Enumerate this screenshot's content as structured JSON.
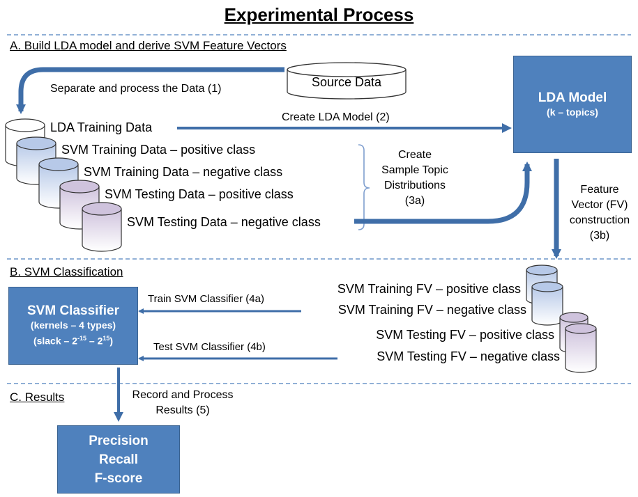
{
  "title": "Experimental Process",
  "sections": {
    "a": "A. Build LDA model and derive SVM Feature Vectors",
    "b": "B. SVM Classification",
    "c": "C. Results"
  },
  "source_data": "Source Data",
  "steps": {
    "separate": "Separate and process  the Data (1)",
    "create_lda": "Create LDA Model (2)",
    "topic_dist": [
      "Create",
      "Sample Topic",
      "Distributions",
      "(3a)"
    ],
    "fv_construct": [
      "Feature",
      "Vector (FV)",
      "construction",
      "(3b)"
    ],
    "train_svm": "Train SVM Classifier (4a)",
    "test_svm": "Test SVM Classifier (4b)",
    "record": [
      "Record and Process",
      "Results (5)"
    ]
  },
  "datasets": [
    "LDA Training Data",
    "SVM Training Data – positive class",
    "SVM Training Data – negative class",
    "SVM Testing Data – positive class",
    "SVM Testing Data – negative class"
  ],
  "feature_vectors": [
    "SVM Training FV – positive class",
    "SVM Training FV – negative class",
    "SVM Testing FV – positive class",
    "SVM Testing FV – negative class"
  ],
  "lda_model": {
    "name": "LDA Model",
    "sub": "(k – topics)"
  },
  "svm_classifier": {
    "name": "SVM Classifier",
    "kernels": "(kernels – 4 types)",
    "slack_prefix": "(slack – 2",
    "slack_exp1": "-15",
    "slack_mid": " – 2",
    "slack_exp2": "15",
    "slack_suffix": ")"
  },
  "results": [
    "Precision",
    "Recall",
    "F-score"
  ],
  "colors": {
    "box": "#4f81bd",
    "arrow": "#3f6ea8",
    "divider": "#4f81bd"
  }
}
